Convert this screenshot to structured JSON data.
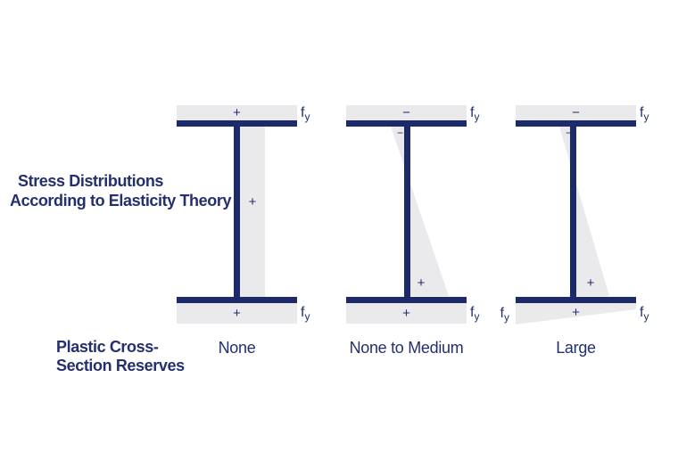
{
  "colors": {
    "navy": "#1c2a6a",
    "text": "#232f6e",
    "stress_fill": "#eaeaed",
    "background": "#ffffff"
  },
  "title": {
    "line1": "Stress Distributions",
    "line2": "According to Elasticity Theory"
  },
  "row_label": {
    "line1": "Plastic Cross-",
    "line2": "Section Reserves"
  },
  "fy_label": {
    "base": "f",
    "sub": "y"
  },
  "columns": [
    {
      "id": "uniform-stress",
      "label": "None",
      "top_block_sign": "+",
      "web_sign": "+",
      "bottom_block_sign": "+"
    },
    {
      "id": "elastic-bending",
      "label": "None to Medium",
      "top_block_sign": "−",
      "web_top_sign": "−",
      "web_bottom_sign": "+",
      "bottom_block_sign": "+"
    },
    {
      "id": "large-reserve-bending",
      "label": "Large",
      "top_block_sign": "−",
      "web_top_sign": "−",
      "web_bottom_sign": "+",
      "bottom_block_sign": "+"
    }
  ]
}
